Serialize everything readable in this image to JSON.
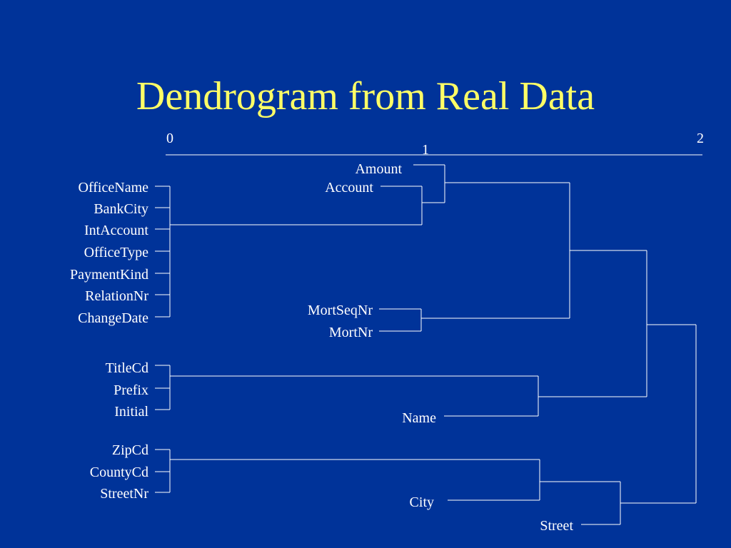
{
  "title": "Dendrogram from Real Data",
  "scale": {
    "ticks": [
      "0",
      "1",
      "2"
    ]
  },
  "leaves": {
    "left_group_a": [
      "OfficeName",
      "BankCity",
      "IntAccount",
      "OfficeType",
      "PaymentKind",
      "RelationNr",
      "ChangeDate"
    ],
    "left_group_b": [
      "TitleCd",
      "Prefix",
      "Initial"
    ],
    "left_group_c": [
      "ZipCd",
      "CountyCd",
      "StreetNr"
    ],
    "middle": [
      "Amount",
      "Account",
      "MortSeqNr",
      "MortNr",
      "Name",
      "City",
      "Street"
    ]
  },
  "colors": {
    "background": "#003399",
    "title": "#ffff66",
    "lines": "#ffffff",
    "labels": "#ffffff"
  }
}
